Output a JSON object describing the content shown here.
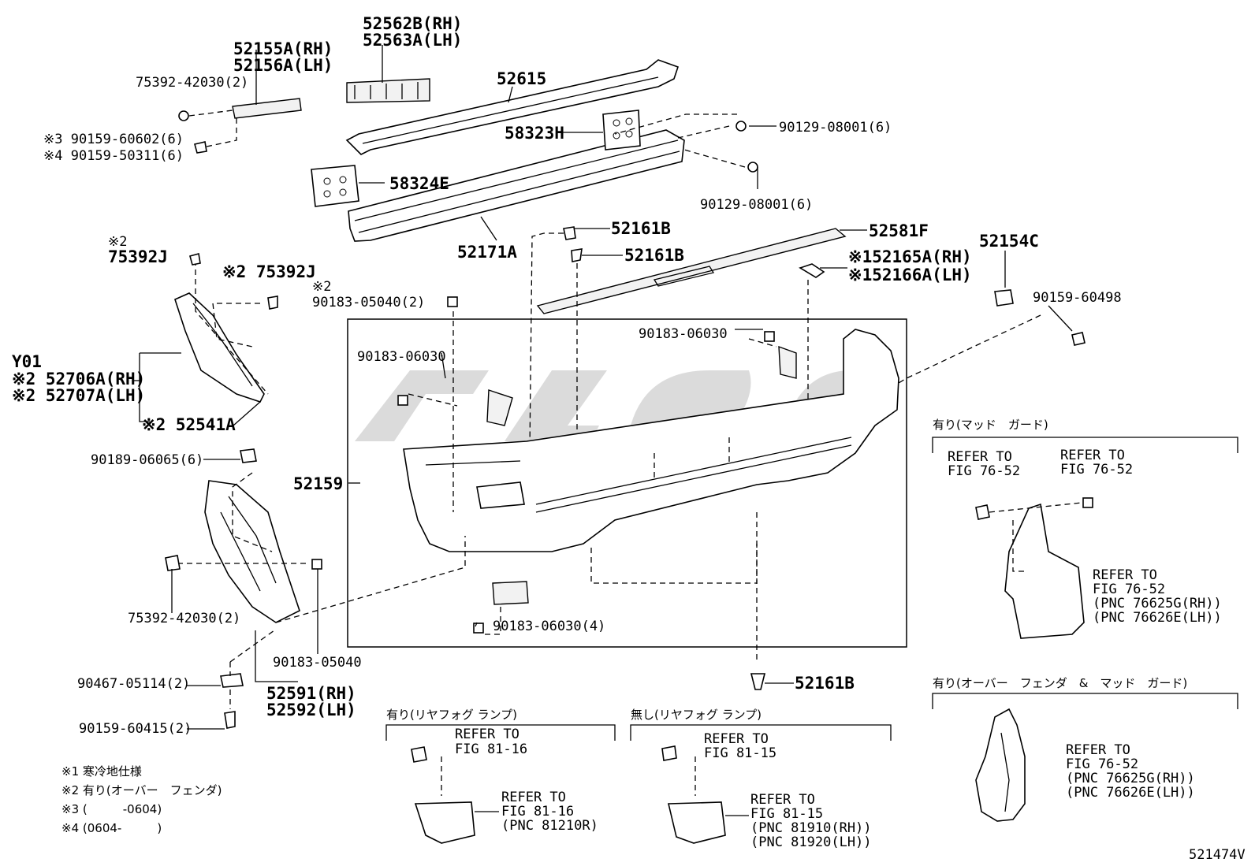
{
  "labels": {
    "p52562B": "52562B(RH)",
    "p52563A": "52563A(LH)",
    "p52155A": "52155A(RH)",
    "p52156A": "52156A(LH)",
    "p75392_42030_top": "75392-42030(2)",
    "p90159_60602": "※3 90159-60602(6)",
    "p90159_50311": "※4 90159-50311(6)",
    "p52615": "52615",
    "p58323H": "58323H",
    "p90129_a": "90129-08001(6)",
    "p58324E": "58324E",
    "p90129_b": "90129-08001(6)",
    "p52171A": "52171A",
    "p52161B_1": "52161B",
    "p52161B_2": "52161B",
    "p52581F": "52581F",
    "p52154C": "52154C",
    "p52165A": "※152165A(RH)",
    "p52166A": "※152166A(LH)",
    "p90159_60498": "90159-60498",
    "p75392J_mark": "※2",
    "p75392J_a": "75392J",
    "p75392J_b": "※2 75392J",
    "p90183_05040_mark": "※2",
    "p90183_05040_2": "90183-05040(2)",
    "p90183_06030_a": "90183-06030",
    "p90183_06030_b": "90183-06030",
    "pY01": "Y01",
    "p52706A": "※2 52706A(RH)",
    "p52707A": "※2 52707A(LH)",
    "p52541A": "※2 52541A",
    "p90189": "90189-06065(6)",
    "p52159": "52159",
    "p75392_42030_bot": "75392-42030(2)",
    "p90183_06030_4": "90183-06030(4)",
    "p90183_05040": "90183-05040",
    "p90467": "90467-05114(2)",
    "p52591": "52591(RH)",
    "p52592": "52592(LH)",
    "p90159_60415": "90159-60415(2)",
    "p52161B_3": "52161B",
    "code": "521474V"
  },
  "notes": {
    "n1": "※1 寒冷地仕様",
    "n2": "※2 有り(オーバー　フェンダ)",
    "n3": "※3 (　　　-0604)",
    "n4": "※4 (0604-　　　)"
  },
  "mud_guard": {
    "header": "有り(マッド　ガード)",
    "ref1_a": "REFER TO",
    "ref1_b": "FIG 76-52",
    "ref2_a": "REFER TO",
    "ref2_b": "FIG 76-52",
    "ref3_a": "REFER TO",
    "ref3_b": "FIG 76-52",
    "ref3_c": "(PNC 76625G(RH))",
    "ref3_d": "(PNC 76626E(LH))"
  },
  "over_fender_mud_guard": {
    "header": "有り(オーバー　フェンダ　&　マッド　ガード)",
    "ref_a": "REFER TO",
    "ref_b": "FIG 76-52",
    "ref_c": "(PNC 76625G(RH))",
    "ref_d": "(PNC 76626E(LH))"
  },
  "fog_with": {
    "header": "有り(リヤフォグ ランプ)",
    "ref1_a": "REFER TO",
    "ref1_b": "FIG 81-16",
    "ref2_a": "REFER TO",
    "ref2_b": "FIG 81-16",
    "ref2_c": "(PNC 81210R)"
  },
  "fog_without": {
    "header": "無し(リヤフォグ ランプ)",
    "ref1_a": "REFER TO",
    "ref1_b": "FIG 81-15",
    "ref2_a": "REFER TO",
    "ref2_b": "FIG 81-15",
    "ref2_c": "(PNC 81910(RH))",
    "ref2_d": "(PNC 81920(LH))"
  }
}
